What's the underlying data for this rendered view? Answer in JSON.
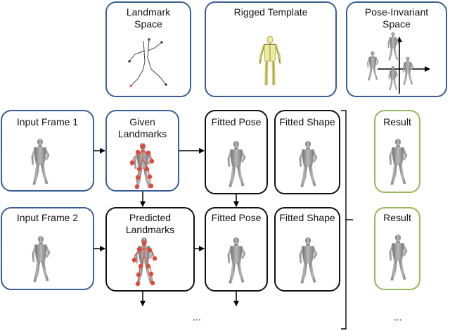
{
  "top_boxes": {
    "landmark_space": "Landmark\nSpace",
    "rigged_template": "Rigged Template",
    "pose_invariant": "Pose-Invariant\nSpace"
  },
  "row1": {
    "input": "Input Frame 1",
    "landmarks": "Given\nLandmarks",
    "pose": "Fitted Pose",
    "shape": "Fitted Shape",
    "result": "Result"
  },
  "row2": {
    "input": "Input Frame 2",
    "landmarks": "Predicted\nLandmarks",
    "pose": "Fitted Pose",
    "shape": "Fitted Shape",
    "result": "Result"
  },
  "ellipsis": {
    "middle": "...",
    "right": "..."
  },
  "colors": {
    "blue_border": "#3a5f95",
    "black_border": "#111111",
    "green_border": "#96b85a",
    "landmark_red": "#e0483a",
    "template_yellow": "#e8e080",
    "axis_black": "#000000"
  },
  "icons": [
    "human-figure-icon",
    "landmark-dot-icon",
    "skeleton-icon",
    "rigged-mannequin-icon",
    "axes-icon",
    "arrow-icon",
    "bracket-icon"
  ]
}
